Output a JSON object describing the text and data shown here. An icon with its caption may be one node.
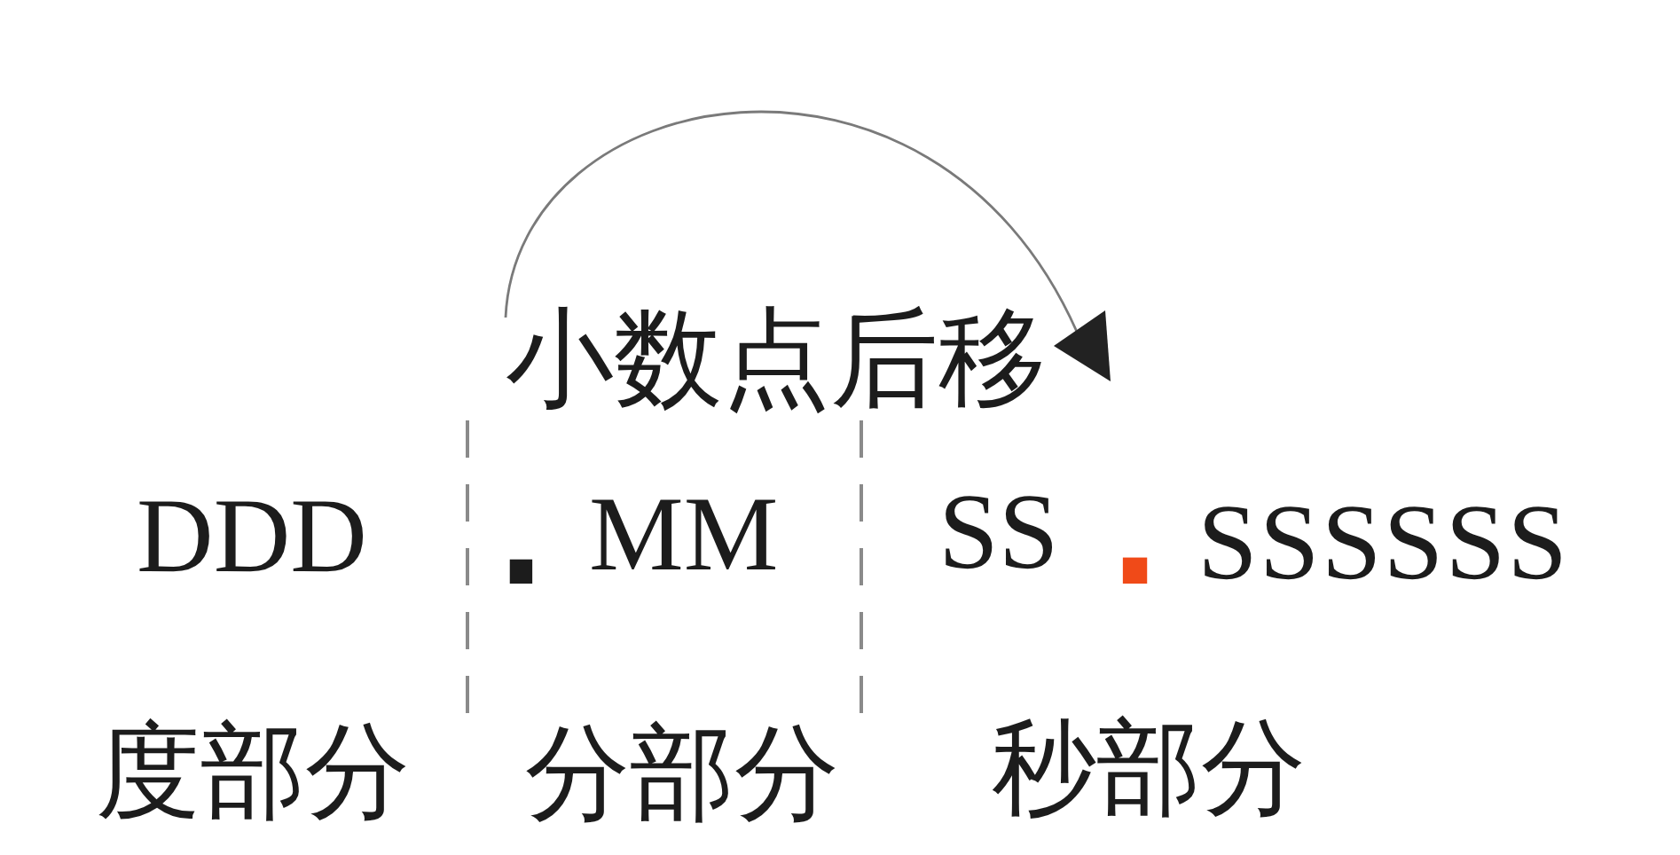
{
  "diagram": {
    "labels": [
      "小数点后移",
      "DDD",
      ".",
      "MM",
      "SS",
      ".",
      "SSSSSS",
      "度部分",
      "分部分",
      "秒部分"
    ]
  }
}
